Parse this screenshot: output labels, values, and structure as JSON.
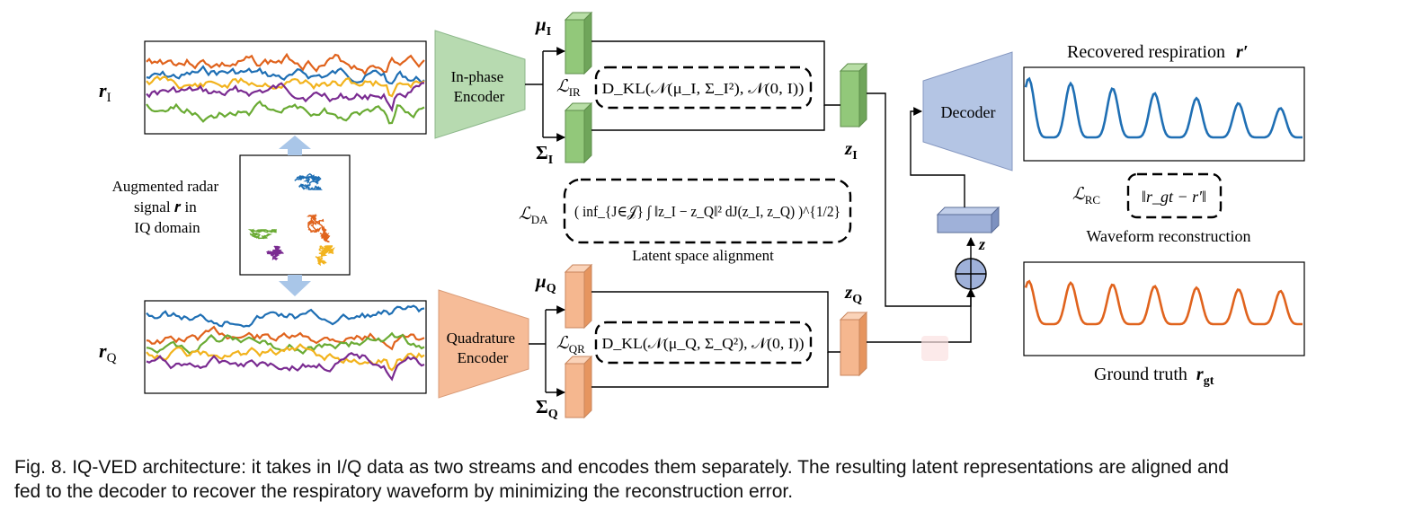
{
  "colors": {
    "encoder_in_phase": "#b7dab0",
    "encoder_quadrature": "#f6bc98",
    "decoder": "#b4c5e4",
    "latent_green": "#92c87a",
    "latent_orange": "#f5b78f",
    "z_block": "#9fb1d9",
    "series_blue": "#1f6fb4",
    "series_orange": "#e0631d",
    "series_yellow": "#f2b31d",
    "series_purple": "#7a2b91",
    "series_green": "#6aab34",
    "arrow_blue": "#a9c6e8"
  },
  "labels": {
    "r_i": "r",
    "r_i_sub": "I",
    "r_q": "r",
    "r_q_sub": "Q",
    "augmented_line1": "Augmented radar",
    "augmented_line2": "signal 𝒓 in",
    "augmented_line3": "IQ domain",
    "in_phase_line1": "In-phase",
    "in_phase_line2": "Encoder",
    "quadrature_line1": "Quadrature",
    "quadrature_line2": "Encoder",
    "decoder": "Decoder",
    "mu_i": "μ",
    "mu_i_sub": "I",
    "sigma_i": "Σ",
    "sigma_i_sub": "I",
    "mu_q": "μ",
    "mu_q_sub": "Q",
    "sigma_q": "Σ",
    "sigma_q_sub": "Q",
    "z_i": "z",
    "z_i_sub": "I",
    "z_q": "z",
    "z_q_sub": "Q",
    "z": "z",
    "loss_ir": "ℒ",
    "loss_ir_sub": "IR",
    "loss_qr": "ℒ",
    "loss_qr_sub": "QR",
    "loss_da": "ℒ",
    "loss_da_sub": "DA",
    "loss_rc": "ℒ",
    "loss_rc_sub": "RC",
    "kl_i_formula": "D_KL(𝒩(μ_I, Σ_I²), 𝒩(0, I))",
    "kl_q_formula": "D_KL(𝒩(μ_Q, Σ_Q²), 𝒩(0, I))",
    "da_formula": "( inf_{J∈𝒥} ∫ ‖z_I − z_Q‖² dJ(z_I, z_Q) )^{1/2}",
    "rc_formula": "‖r_gt − r′‖",
    "latent_alignment": "Latent space alignment",
    "waveform_reconstruction": "Waveform reconstruction",
    "recovered_respiration": "Recovered respiration",
    "recovered_symbol": "r′",
    "ground_truth": "Ground truth",
    "ground_truth_symbol": "r",
    "ground_truth_symbol_sub": "gt",
    "plus": "+"
  },
  "caption": {
    "line1": "Fig. 8. IQ-VED architecture: it takes in I/Q data as two streams and encodes them separately. The resulting latent representations are aligned and",
    "line2": "fed to the decoder to recover the respiratory waveform by minimizing the reconstruction error."
  }
}
